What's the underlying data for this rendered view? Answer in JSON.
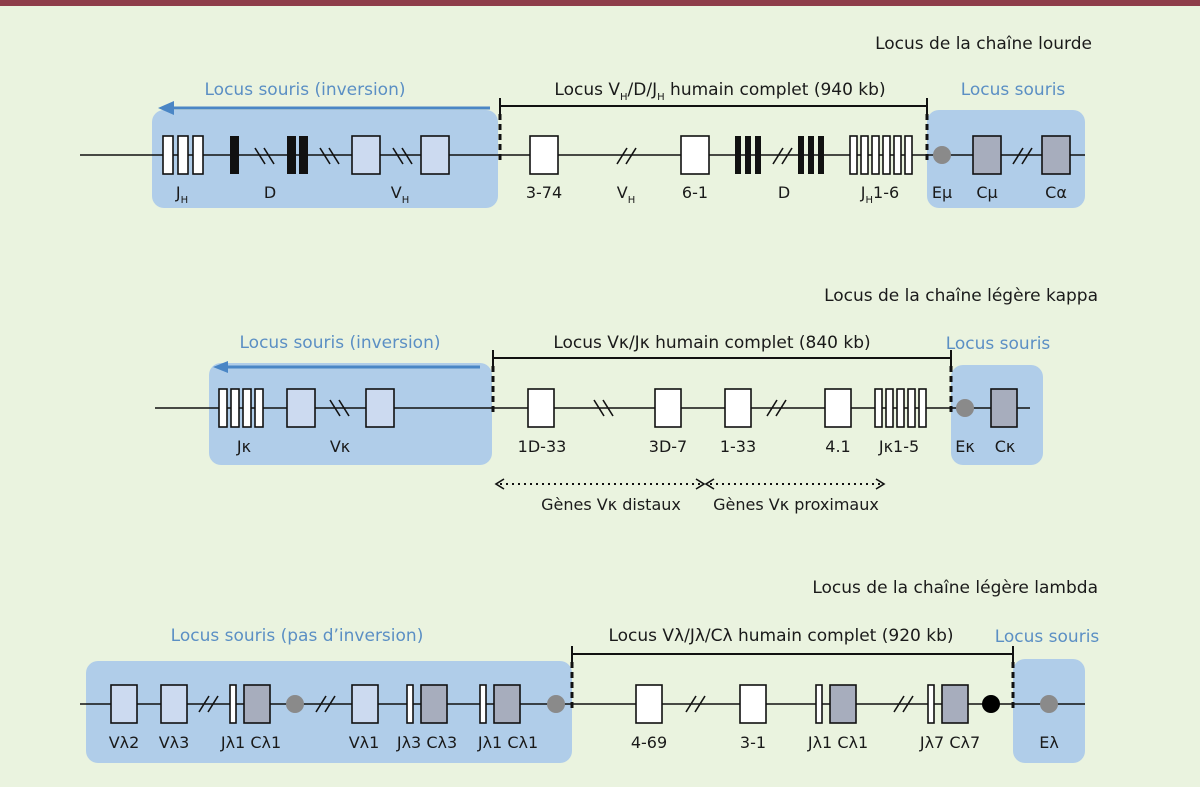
{
  "colors": {
    "background": "#eaf3df",
    "top_band": "#8e3d4a",
    "mouse_region": "#b0cde9",
    "mouse_label": "#5b8fc4",
    "arrow": "#4a86c5",
    "v_segment_mouse": "#ccdaf0",
    "c_segment": "#a7adbd",
    "enhancer_dot": "#8a8a8a",
    "black_dot": "#000000"
  },
  "heavy": {
    "title": "Locus de la chaîne lourde",
    "mouse_inv_label": "Locus souris (inversion)",
    "mouse_label": "Locus souris",
    "human_label": "Locus V",
    "human_label_parts": [
      "H",
      "/D/J",
      "H",
      " humain complet (940 kb)"
    ],
    "labels": {
      "jh": "J",
      "jh_sub": "H",
      "d": "D",
      "vh": "V",
      "vh_sub": "H",
      "v374": "3-74",
      "vh2": "V",
      "vh2_sub": "H",
      "v61": "6-1",
      "d2": "D",
      "jh16": "J",
      "jh16_sub": "H",
      "jh16_rest": "1-6",
      "emu": "Eμ",
      "cmu": "Cμ",
      "calpha": "Cα"
    }
  },
  "kappa": {
    "title": "Locus de la chaîne légère kappa",
    "mouse_inv_label": "Locus souris (inversion)",
    "mouse_label": "Locus souris",
    "human_label": "Locus Vκ/Jκ humain complet (840 kb)",
    "labels": {
      "jk": "Jκ",
      "vk": "Vκ",
      "v1d33": "1D-33",
      "v3d7": "3D-7",
      "v133": "1-33",
      "v41": "4.1",
      "jk15": "Jκ1-5",
      "ek": "Eκ",
      "ck": "Cκ"
    },
    "distal": "Gènes Vκ distaux",
    "proximal": "Gènes Vκ proximaux"
  },
  "lambda": {
    "title": "Locus de la chaîne légère lambda",
    "mouse_noinv_label": "Locus souris (pas d’inversion)",
    "mouse_label": "Locus souris",
    "human_label": "Locus Vλ/Jλ/Cλ humain complet (920 kb)",
    "labels": {
      "vl2": "Vλ2",
      "vl3": "Vλ3",
      "jc1a": "Jλ1 Cλ1",
      "vl1": "Vλ1",
      "jc3": "Jλ3 Cλ3",
      "jc1b": "Jλ1 Cλ1",
      "v469": "4-69",
      "v31": "3-1",
      "jc1c": "Jλ1 Cλ1",
      "jc7": "Jλ7 Cλ7",
      "el": "Eλ"
    }
  }
}
